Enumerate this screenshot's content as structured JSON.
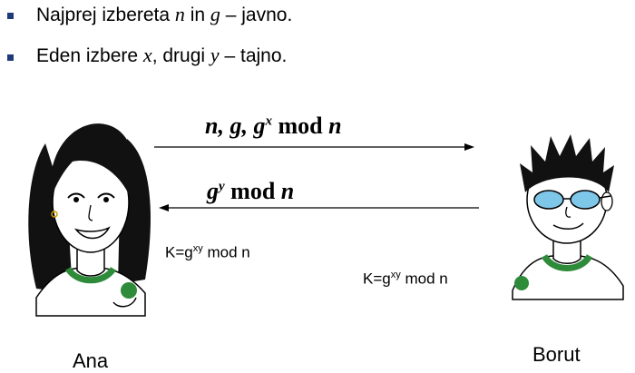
{
  "bullets": [
    {
      "pre": "Najprej izbereta ",
      "v1": "n",
      "mid": " in ",
      "v2": "g",
      "post": " – javno."
    },
    {
      "pre": "Eden izbere ",
      "v1": "x",
      "mid": ", drugi ",
      "v2": "y",
      "post": " – tajno."
    }
  ],
  "arrows": {
    "top": {
      "p1": "n, g, g",
      "exp": "x",
      "p2": " mod ",
      "p3": "n"
    },
    "bottom": {
      "p1": "g",
      "exp": "y",
      "p2": " mod ",
      "p3": "n"
    }
  },
  "keys": {
    "ana": {
      "pre": "K=g",
      "exp": "xy",
      "post": " mod n"
    },
    "borut": {
      "pre": "K=g",
      "exp": "xy",
      "post": " mod n"
    }
  },
  "people": {
    "left": "Ana",
    "right": "Borut"
  },
  "colors": {
    "bullet": "#1f3a7a",
    "shirt": "#2e8b3a",
    "glasses": "#7fc7e8"
  }
}
